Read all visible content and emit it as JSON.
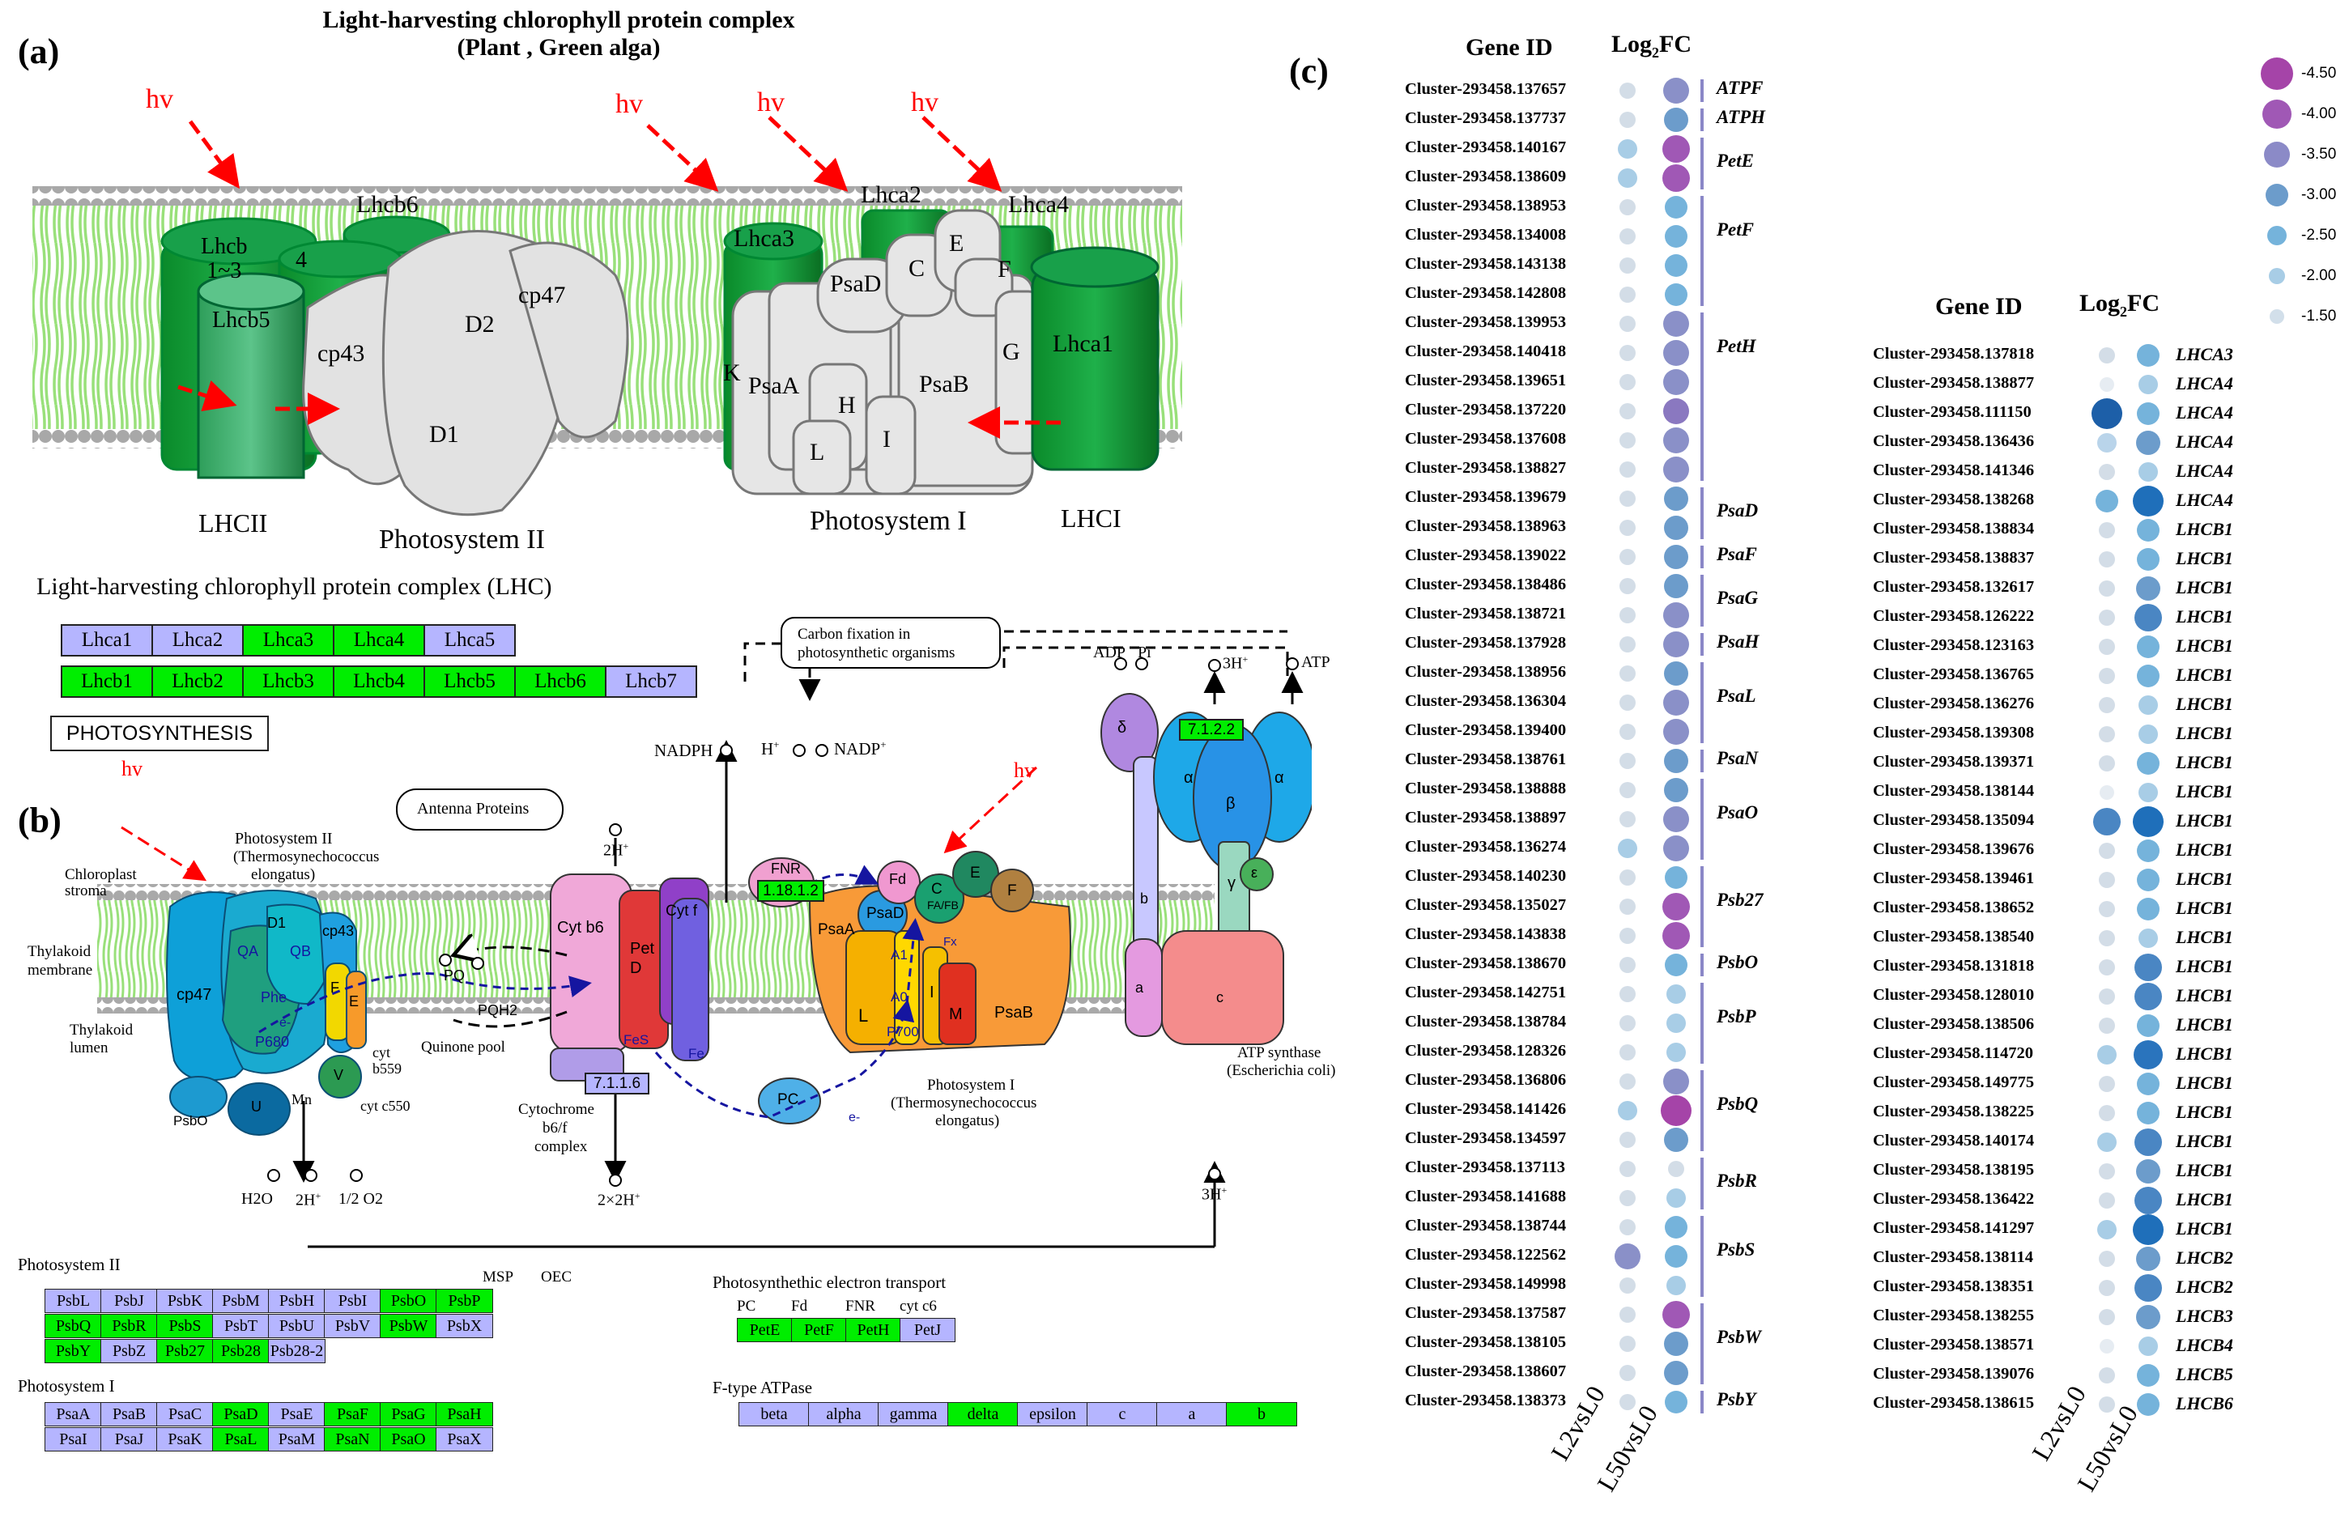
{
  "colors": {
    "green": "#00ee00",
    "lilac": "#b5b5ff",
    "membrane_green": "#99e07a",
    "fc_l50_default": "#8a90c8",
    "red": "#ff0000",
    "bracket": "#8a87c7"
  },
  "panel_a": {
    "label": "(a)",
    "title_line1": "Light-harvesting chlorophyll protein complex",
    "title_line2": "(Plant , Green alga)",
    "hv": "hv",
    "complex_labels": {
      "lhcb13": "Lhcb\n1~3",
      "lhcb4": "4",
      "lhcb5": "Lhcb5",
      "lhcb6": "Lhcb6",
      "cp43": "cp43",
      "cp47": "cp47",
      "d1": "D1",
      "d2": "D2",
      "lhca2": "Lhca2",
      "lhca3": "Lhca3",
      "lhca4": "Lhca4",
      "lhca1": "Lhca1",
      "psad": "PsaD",
      "c": "C",
      "e": "E",
      "f": "F",
      "k": "K",
      "psaa": "PsaA",
      "h": "H",
      "l": "L",
      "i": "I",
      "psab": "PsaB",
      "g": "G"
    },
    "bottom_labels": {
      "lhcii": "LHCII",
      "ps2": "Photosystem II",
      "ps1": "Photosystem I",
      "lhci": "LHCI"
    },
    "lhc_title": "Light-harvesting chlorophyll protein complex (LHC)",
    "lhca": [
      {
        "t": "Lhca1",
        "s": "lilac"
      },
      {
        "t": "Lhca2",
        "s": "lilac"
      },
      {
        "t": "Lhca3",
        "s": "green"
      },
      {
        "t": "Lhca4",
        "s": "green"
      },
      {
        "t": "Lhca5",
        "s": "lilac"
      }
    ],
    "lhcb": [
      {
        "t": "Lhcb1",
        "s": "green"
      },
      {
        "t": "Lhcb2",
        "s": "green"
      },
      {
        "t": "Lhcb3",
        "s": "green"
      },
      {
        "t": "Lhcb4",
        "s": "green"
      },
      {
        "t": "Lhcb5",
        "s": "green"
      },
      {
        "t": "Lhcb6",
        "s": "green"
      },
      {
        "t": "Lhcb7",
        "s": "lilac"
      }
    ],
    "photosynthesis_btn": "PHOTOSYNTHESIS"
  },
  "panel_b": {
    "label": "(b)",
    "hv": "hv",
    "texts": {
      "ps2_title": "Photosystem II",
      "ps2_sub1": "(Thermosynechococcus",
      "ps2_sub2": "elongatus)",
      "chloroplast1": "Chloroplast",
      "chloroplast2": "stroma",
      "thylakoid1": "Thylakoid",
      "thylakoid2": "membrane",
      "lumen1": "Thylakoid",
      "lumen2": "lumen",
      "antenna": "Antenna Proteins",
      "carbon1": "Carbon fixation in",
      "carbon2": "photosynthetic organisms",
      "nadph": "NADPH",
      "hplus": "H",
      "nadp": "NADP",
      "adp": "ADP",
      "pi": "Pi",
      "h3": "3H",
      "atp": "ATP",
      "twoh": "2H",
      "cp47": "cp47",
      "d1": "D1",
      "cp43": "cp43",
      "qa": "QA",
      "qb": "QB",
      "phe": "Phe",
      "e_minus": "e-",
      "p680": "P680",
      "f": "F",
      "e": "E",
      "v": "V",
      "u": "U",
      "cytb559_1": "cyt",
      "cytb559_2": "b559",
      "cytc550": "cyt c550",
      "psbo": "PsbO",
      "mn": "Mn",
      "pq": "PQ",
      "pqh2": "PQH2",
      "quinone": "Quinone pool",
      "h2o": "H2O",
      "h2": "2H",
      "o2": "1/2 O2",
      "cytb6": "Cyt b6",
      "pet_d": "Pet\nD",
      "cytf": "Cyt f",
      "fes": "FeS",
      "fe": "Fe",
      "cytb6f_1": "Cytochrome",
      "cytb6f_2": "b6/f",
      "cytb6f_3": "complex",
      "twoxh": "2×2H",
      "fnr": "FNR",
      "fd": "Fd",
      "psaa": "PsaA",
      "psad": "PsaD",
      "psac": "C",
      "fafb": "FA/FB",
      "fx": "Fx",
      "a1": "A1",
      "a0": "A0",
      "p700": "P700",
      "l": "L",
      "i": "I",
      "m": "M",
      "psab": "PsaB",
      "pe": "E",
      "pf": "F",
      "pc": "PC",
      "ps1_1": "Photosystem I",
      "ps1_2": "(Thermosynechococcus",
      "ps1_3": "elongatus)",
      "delta": "δ",
      "alpha": "α",
      "beta": "β",
      "gamma": "γ",
      "epsilon": "ε",
      "b": "b",
      "a": "a",
      "c": "c",
      "atpsyn1": "ATP synthase",
      "atpsyn2": "(Escherichia coli)",
      "h3b": "3H"
    },
    "ec": {
      "fnr": "1.18.1.2",
      "atp": "7.1.2.2",
      "cyt": "7.1.1.6"
    },
    "ps2_table": {
      "title": "Photosystem II",
      "msp": "MSP",
      "oec": "OEC",
      "rows": [
        [
          {
            "t": "PsbL",
            "s": "lilac"
          },
          {
            "t": "PsbJ",
            "s": "lilac"
          },
          {
            "t": "PsbK",
            "s": "lilac"
          },
          {
            "t": "PsbM",
            "s": "lilac"
          },
          {
            "t": "PsbH",
            "s": "lilac"
          },
          {
            "t": "PsbI",
            "s": "lilac"
          },
          {
            "t": "PsbO",
            "s": "green"
          },
          {
            "t": "PsbP",
            "s": "green"
          }
        ],
        [
          {
            "t": "PsbQ",
            "s": "green"
          },
          {
            "t": "PsbR",
            "s": "green"
          },
          {
            "t": "PsbS",
            "s": "green"
          },
          {
            "t": "PsbT",
            "s": "lilac"
          },
          {
            "t": "PsbU",
            "s": "lilac"
          },
          {
            "t": "PsbV",
            "s": "lilac"
          },
          {
            "t": "PsbW",
            "s": "green"
          },
          {
            "t": "PsbX",
            "s": "lilac"
          }
        ],
        [
          {
            "t": "PsbY",
            "s": "green"
          },
          {
            "t": "PsbZ",
            "s": "lilac"
          },
          {
            "t": "Psb27",
            "s": "green"
          },
          {
            "t": "Psb28",
            "s": "green"
          },
          {
            "t": "Psb28-2",
            "s": "lilac"
          }
        ]
      ]
    },
    "ps1_table": {
      "title": "Photosystem I",
      "rows": [
        [
          {
            "t": "PsaA",
            "s": "lilac"
          },
          {
            "t": "PsaB",
            "s": "lilac"
          },
          {
            "t": "PsaC",
            "s": "lilac"
          },
          {
            "t": "PsaD",
            "s": "green"
          },
          {
            "t": "PsaE",
            "s": "lilac"
          },
          {
            "t": "PsaF",
            "s": "green"
          },
          {
            "t": "PsaG",
            "s": "green"
          },
          {
            "t": "PsaH",
            "s": "green"
          }
        ],
        [
          {
            "t": "PsaI",
            "s": "lilac"
          },
          {
            "t": "PsaJ",
            "s": "lilac"
          },
          {
            "t": "PsaK",
            "s": "lilac"
          },
          {
            "t": "PsaL",
            "s": "green"
          },
          {
            "t": "PsaM",
            "s": "lilac"
          },
          {
            "t": "PsaN",
            "s": "green"
          },
          {
            "t": "PsaO",
            "s": "green"
          },
          {
            "t": "PsaX",
            "s": "lilac"
          }
        ]
      ]
    },
    "pet_table": {
      "title": "Photosynthethic electron transport",
      "headers": [
        "PC",
        "Fd",
        "FNR",
        "cyt c6"
      ],
      "cells": [
        {
          "t": "PetE",
          "s": "green"
        },
        {
          "t": "PetF",
          "s": "green"
        },
        {
          "t": "PetH",
          "s": "green"
        },
        {
          "t": "PetJ",
          "s": "lilac"
        }
      ]
    },
    "atpase_table": {
      "title": "F-type ATPase",
      "cells": [
        {
          "t": "beta",
          "s": "lilac"
        },
        {
          "t": "alpha",
          "s": "lilac"
        },
        {
          "t": "gamma",
          "s": "lilac"
        },
        {
          "t": "delta",
          "s": "green"
        },
        {
          "t": "epsilon",
          "s": "lilac"
        },
        {
          "t": "c",
          "s": "lilac"
        },
        {
          "t": "a",
          "s": "lilac"
        },
        {
          "t": "b",
          "s": "green"
        }
      ]
    }
  },
  "panel_c": {
    "label": "(c)",
    "hdr_gene": "Gene ID",
    "hdr_fc": "Log2FC",
    "x_labels": [
      "L2vsL0",
      "L50vsL0"
    ],
    "legend": [
      {
        "v": "-4.50",
        "c": "#a544a8"
      },
      {
        "v": "-4.00",
        "c": "#a058b5"
      },
      {
        "v": "-3.50",
        "c": "#8b8ac7"
      },
      {
        "v": "-3.00",
        "c": "#6c9ccb"
      },
      {
        "v": "-2.50",
        "c": "#75b3db"
      },
      {
        "v": "-2.00",
        "c": "#a8cde6"
      },
      {
        "v": "-1.50",
        "c": "#d2dfea"
      }
    ],
    "left_rows": [
      {
        "id": "Cluster-293458.137657",
        "l2": "#d3dde7",
        "l50": "#8a90c8"
      },
      {
        "id": "Cluster-293458.137737",
        "l2": "#d3dde7",
        "l50": "#6c9ccb"
      },
      {
        "id": "Cluster-293458.140167",
        "l2": "#a8cde6",
        "l50": "#a058b5"
      },
      {
        "id": "Cluster-293458.138609",
        "l2": "#a8cde6",
        "l50": "#a058b5"
      },
      {
        "id": "Cluster-293458.138953",
        "l2": "#d3dde7",
        "l50": "#75b3db"
      },
      {
        "id": "Cluster-293458.134008",
        "l2": "#d3dde7",
        "l50": "#75b3db"
      },
      {
        "id": "Cluster-293458.143138",
        "l2": "#d3dde7",
        "l50": "#75b3db"
      },
      {
        "id": "Cluster-293458.142808",
        "l2": "#d3dde7",
        "l50": "#75b3db"
      },
      {
        "id": "Cluster-293458.139953",
        "l2": "#d3dde7",
        "l50": "#8a90c8"
      },
      {
        "id": "Cluster-293458.140418",
        "l2": "#d3dde7",
        "l50": "#8a90c8"
      },
      {
        "id": "Cluster-293458.139651",
        "l2": "#d3dde7",
        "l50": "#8a90c8"
      },
      {
        "id": "Cluster-293458.137220",
        "l2": "#d3dde7",
        "l50": "#8a78c0"
      },
      {
        "id": "Cluster-293458.137608",
        "l2": "#d3dde7",
        "l50": "#8a90c8"
      },
      {
        "id": "Cluster-293458.138827",
        "l2": "#d3dde7",
        "l50": "#8a90c8"
      },
      {
        "id": "Cluster-293458.139679",
        "l2": "#d3dde7",
        "l50": "#6c9ccb"
      },
      {
        "id": "Cluster-293458.138963",
        "l2": "#d3dde7",
        "l50": "#6c9ccb"
      },
      {
        "id": "Cluster-293458.139022",
        "l2": "#d3dde7",
        "l50": "#6c9ccb"
      },
      {
        "id": "Cluster-293458.138486",
        "l2": "#d3dde7",
        "l50": "#6c9ccb"
      },
      {
        "id": "Cluster-293458.138721",
        "l2": "#d3dde7",
        "l50": "#8a90c8"
      },
      {
        "id": "Cluster-293458.137928",
        "l2": "#d3dde7",
        "l50": "#8a90c8"
      },
      {
        "id": "Cluster-293458.138956",
        "l2": "#d3dde7",
        "l50": "#6c9ccb"
      },
      {
        "id": "Cluster-293458.136304",
        "l2": "#d3dde7",
        "l50": "#8a90c8"
      },
      {
        "id": "Cluster-293458.139400",
        "l2": "#d3dde7",
        "l50": "#8a90c8"
      },
      {
        "id": "Cluster-293458.138761",
        "l2": "#d3dde7",
        "l50": "#6c9ccb"
      },
      {
        "id": "Cluster-293458.138888",
        "l2": "#d3dde7",
        "l50": "#6c9ccb"
      },
      {
        "id": "Cluster-293458.138897",
        "l2": "#d3dde7",
        "l50": "#8a90c8"
      },
      {
        "id": "Cluster-293458.136274",
        "l2": "#a8cde6",
        "l50": "#8a90c8"
      },
      {
        "id": "Cluster-293458.140230",
        "l2": "#d3dde7",
        "l50": "#75b3db"
      },
      {
        "id": "Cluster-293458.135027",
        "l2": "#d3dde7",
        "l50": "#a058b5"
      },
      {
        "id": "Cluster-293458.143838",
        "l2": "#d3dde7",
        "l50": "#a058b5"
      },
      {
        "id": "Cluster-293458.138670",
        "l2": "#d3dde7",
        "l50": "#75b3db"
      },
      {
        "id": "Cluster-293458.142751",
        "l2": "#d3dde7",
        "l50": "#a8cde6"
      },
      {
        "id": "Cluster-293458.138784",
        "l2": "#d3dde7",
        "l50": "#a8cde6"
      },
      {
        "id": "Cluster-293458.128326",
        "l2": "#d3dde7",
        "l50": "#a8cde6"
      },
      {
        "id": "Cluster-293458.136806",
        "l2": "#d3dde7",
        "l50": "#8a90c8"
      },
      {
        "id": "Cluster-293458.141426",
        "l2": "#a8cde6",
        "l50": "#a544a8"
      },
      {
        "id": "Cluster-293458.134597",
        "l2": "#d3dde7",
        "l50": "#6c9ccb"
      },
      {
        "id": "Cluster-293458.137113",
        "l2": "#d3dde7",
        "l50": "#d3dde7"
      },
      {
        "id": "Cluster-293458.141688",
        "l2": "#d3dde7",
        "l50": "#a8cde6"
      },
      {
        "id": "Cluster-293458.138744",
        "l2": "#d3dde7",
        "l50": "#75b3db"
      },
      {
        "id": "Cluster-293458.122562",
        "l2": "#8a90c8",
        "l50": "#75b3db"
      },
      {
        "id": "Cluster-293458.149998",
        "l2": "#d3dde7",
        "l50": "#a8cde6"
      },
      {
        "id": "Cluster-293458.137587",
        "l2": "#d3dde7",
        "l50": "#a058b5"
      },
      {
        "id": "Cluster-293458.138105",
        "l2": "#d3dde7",
        "l50": "#6c9ccb"
      },
      {
        "id": "Cluster-293458.138607",
        "l2": "#d3dde7",
        "l50": "#6c9ccb"
      },
      {
        "id": "Cluster-293458.138373",
        "l2": "#d3dde7",
        "l50": "#75b3db"
      }
    ],
    "left_groups": [
      {
        "g": "ATPF",
        "first": 0,
        "last": 0
      },
      {
        "g": "ATPH",
        "first": 1,
        "last": 1
      },
      {
        "g": "PetE",
        "first": 2,
        "last": 3
      },
      {
        "g": "PetF",
        "first": 4,
        "last": 7
      },
      {
        "g": "PetH",
        "first": 8,
        "last": 13
      },
      {
        "g": "PsaD",
        "first": 14,
        "last": 15
      },
      {
        "g": "PsaF",
        "first": 16,
        "last": 16
      },
      {
        "g": "PsaG",
        "first": 17,
        "last": 18
      },
      {
        "g": "PsaH",
        "first": 19,
        "last": 19
      },
      {
        "g": "PsaL",
        "first": 20,
        "last": 22
      },
      {
        "g": "PsaN",
        "first": 23,
        "last": 23
      },
      {
        "g": "PsaO",
        "first": 24,
        "last": 26
      },
      {
        "g": "Psb27",
        "first": 27,
        "last": 29
      },
      {
        "g": "PsbO",
        "first": 30,
        "last": 30
      },
      {
        "g": "PsbP",
        "first": 31,
        "last": 33
      },
      {
        "g": "PsbQ",
        "first": 34,
        "last": 36
      },
      {
        "g": "PsbR",
        "first": 37,
        "last": 38
      },
      {
        "g": "PsbS",
        "first": 39,
        "last": 41
      },
      {
        "g": "PsbW",
        "first": 42,
        "last": 44
      },
      {
        "g": "PsbY",
        "first": 45,
        "last": 45
      }
    ],
    "right_rows": [
      {
        "id": "Cluster-293458.137818",
        "l2": "#d3dde7",
        "l50": "#75b3db",
        "g": "LHCA3"
      },
      {
        "id": "Cluster-293458.138877",
        "l2": "#e6ecf2",
        "l50": "#a8cde6",
        "g": "LHCA4"
      },
      {
        "id": "Cluster-293458.111150",
        "l2": "#1d5fa8",
        "l50": "#75b3db",
        "g": "LHCA4"
      },
      {
        "id": "Cluster-293458.136436",
        "l2": "#b9d4ea",
        "l50": "#6c9ccb",
        "g": "LHCA4"
      },
      {
        "id": "Cluster-293458.141346",
        "l2": "#d3dde7",
        "l50": "#a8cde6",
        "g": "LHCA4"
      },
      {
        "id": "Cluster-293458.138268",
        "l2": "#75b3db",
        "l50": "#1f6fba",
        "g": "LHCA4"
      },
      {
        "id": "Cluster-293458.138834",
        "l2": "#d3dde7",
        "l50": "#75b3db",
        "g": "LHCB1"
      },
      {
        "id": "Cluster-293458.138837",
        "l2": "#d3dde7",
        "l50": "#75b3db",
        "g": "LHCB1"
      },
      {
        "id": "Cluster-293458.132617",
        "l2": "#d3dde7",
        "l50": "#6c9ccb",
        "g": "LHCB1"
      },
      {
        "id": "Cluster-293458.126222",
        "l2": "#d3dde7",
        "l50": "#4a86c3",
        "g": "LHCB1"
      },
      {
        "id": "Cluster-293458.123163",
        "l2": "#d3dde7",
        "l50": "#75b3db",
        "g": "LHCB1"
      },
      {
        "id": "Cluster-293458.136765",
        "l2": "#d3dde7",
        "l50": "#75b3db",
        "g": "LHCB1"
      },
      {
        "id": "Cluster-293458.136276",
        "l2": "#d3dde7",
        "l50": "#a8cde6",
        "g": "LHCB1"
      },
      {
        "id": "Cluster-293458.139308",
        "l2": "#d3dde7",
        "l50": "#a8cde6",
        "g": "LHCB1"
      },
      {
        "id": "Cluster-293458.139371",
        "l2": "#d3dde7",
        "l50": "#75b3db",
        "g": "LHCB1"
      },
      {
        "id": "Cluster-293458.138144",
        "l2": "#e6ecf2",
        "l50": "#a8cde6",
        "g": "LHCB1"
      },
      {
        "id": "Cluster-293458.135094",
        "l2": "#4a86c3",
        "l50": "#1f6fba",
        "g": "LHCB1"
      },
      {
        "id": "Cluster-293458.139676",
        "l2": "#d3dde7",
        "l50": "#75b3db",
        "g": "LHCB1"
      },
      {
        "id": "Cluster-293458.139461",
        "l2": "#d3dde7",
        "l50": "#75b3db",
        "g": "LHCB1"
      },
      {
        "id": "Cluster-293458.138652",
        "l2": "#d3dde7",
        "l50": "#75b3db",
        "g": "LHCB1"
      },
      {
        "id": "Cluster-293458.138540",
        "l2": "#d3dde7",
        "l50": "#a8cde6",
        "g": "LHCB1"
      },
      {
        "id": "Cluster-293458.131818",
        "l2": "#d3dde7",
        "l50": "#4a86c3",
        "g": "LHCB1"
      },
      {
        "id": "Cluster-293458.128010",
        "l2": "#d3dde7",
        "l50": "#4a86c3",
        "g": "LHCB1"
      },
      {
        "id": "Cluster-293458.138506",
        "l2": "#d3dde7",
        "l50": "#75b3db",
        "g": "LHCB1"
      },
      {
        "id": "Cluster-293458.114720",
        "l2": "#a8cde6",
        "l50": "#2a74bd",
        "g": "LHCB1"
      },
      {
        "id": "Cluster-293458.149775",
        "l2": "#d3dde7",
        "l50": "#75b3db",
        "g": "LHCB1"
      },
      {
        "id": "Cluster-293458.138225",
        "l2": "#d3dde7",
        "l50": "#75b3db",
        "g": "LHCB1"
      },
      {
        "id": "Cluster-293458.140174",
        "l2": "#a8cde6",
        "l50": "#4a86c3",
        "g": "LHCB1"
      },
      {
        "id": "Cluster-293458.138195",
        "l2": "#d3dde7",
        "l50": "#6c9ccb",
        "g": "LHCB1"
      },
      {
        "id": "Cluster-293458.136422",
        "l2": "#d3dde7",
        "l50": "#4a86c3",
        "g": "LHCB1"
      },
      {
        "id": "Cluster-293458.141297",
        "l2": "#a8cde6",
        "l50": "#1f6fba",
        "g": "LHCB1"
      },
      {
        "id": "Cluster-293458.138114",
        "l2": "#d3dde7",
        "l50": "#6c9ccb",
        "g": "LHCB2"
      },
      {
        "id": "Cluster-293458.138351",
        "l2": "#d3dde7",
        "l50": "#4a86c3",
        "g": "LHCB2"
      },
      {
        "id": "Cluster-293458.138255",
        "l2": "#d3dde7",
        "l50": "#6c9ccb",
        "g": "LHCB3"
      },
      {
        "id": "Cluster-293458.138571",
        "l2": "#e6ecf2",
        "l50": "#a8cde6",
        "g": "LHCB4"
      },
      {
        "id": "Cluster-293458.139076",
        "l2": "#d3dde7",
        "l50": "#75b3db",
        "g": "LHCB5"
      },
      {
        "id": "Cluster-293458.138615",
        "l2": "#d3dde7",
        "l50": "#75b3db",
        "g": "LHCB6"
      }
    ]
  }
}
